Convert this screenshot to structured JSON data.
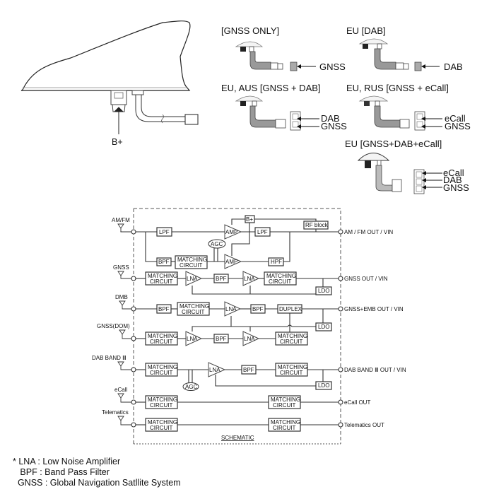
{
  "antenna": {
    "power_label": "B+"
  },
  "connectors": [
    {
      "title": "[GNSS ONLY]",
      "pins": [
        "GNSS"
      ]
    },
    {
      "title": "EU [DAB]",
      "pins": [
        "DAB"
      ]
    },
    {
      "title": "EU, AUS [GNSS + DAB]",
      "pins": [
        "DAB",
        "GNSS"
      ]
    },
    {
      "title": "EU, RUS [GNSS + eCall]",
      "pins": [
        "eCall",
        "GNSS"
      ]
    },
    {
      "title": "EU [GNSS+DAB+eCall]",
      "pins": [
        "eCall",
        "DAB",
        "GNSS"
      ]
    }
  ],
  "schematic": {
    "caption": "SCHEMATIC",
    "inputs": [
      "AM/FM",
      "GNSS",
      "DMB",
      "GNSS(DOM)",
      "DAB BAND Ⅲ",
      "eCall",
      "Telematics"
    ],
    "outputs": [
      "AM / FM OUT / VIN",
      "GNSS OUT / VIN",
      "GNSS+EMB OUT / VIN",
      "DAB BAND Ⅲ OUT / VIN",
      "eCall OUT",
      "Telematics OUT"
    ],
    "blocks": {
      "lpf": "LPF",
      "bpf": "BPF",
      "hpf": "HPF",
      "amp": "AMP",
      "lna": "LNA",
      "agc": "AGC",
      "ldo": "LDO",
      "duplex": "DUPLEX",
      "rf_block": "RF block",
      "bplus": "B+",
      "matching_line1": "MATCHING",
      "matching_line2": "CIRCUIT"
    }
  },
  "legend": [
    "* LNA : Low Noise Amplifier",
    "   BPF : Band Pass Filter",
    "  GNSS : Global Navigation Satllite System"
  ]
}
